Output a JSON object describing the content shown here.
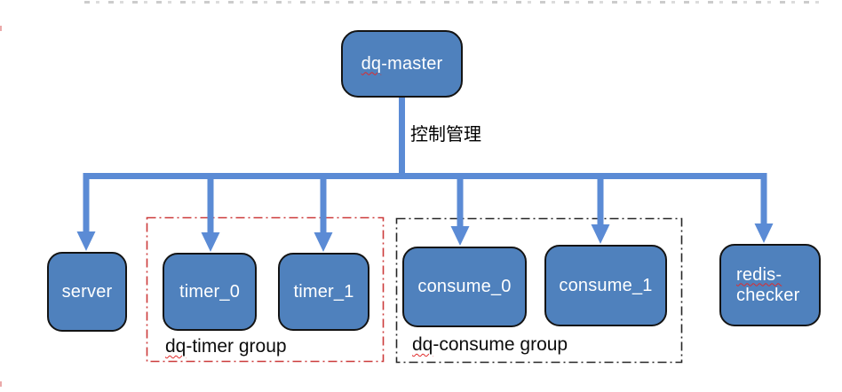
{
  "diagram": {
    "root": {
      "prefix": "dq",
      "suffix": "-master"
    },
    "edge_label": "控制管理",
    "nodes": [
      {
        "id": "server",
        "label": "server"
      },
      {
        "id": "timer_0",
        "label": "timer_0"
      },
      {
        "id": "timer_1",
        "label": "timer_1"
      },
      {
        "id": "consume_0",
        "label": "consume_0"
      },
      {
        "id": "consume_1",
        "label": "consume_1"
      },
      {
        "id": "redis_checker",
        "line1": "redis-",
        "line2": "checker"
      }
    ],
    "groups": [
      {
        "id": "timer_group",
        "prefix": "dq",
        "suffix": "-timer group"
      },
      {
        "id": "consume_group",
        "prefix": "dq",
        "suffix": "-consume group"
      }
    ]
  },
  "colors": {
    "node_fill": "#4f81bd",
    "node_border": "#141414",
    "node_text": "#ffffff",
    "connector": "#5b8bd5",
    "timer_group_border": "#cc3b3b",
    "consume_group_border": "#262626",
    "spellcheck_underline": "#e02b2b",
    "label_text": "#0d0d0d"
  }
}
